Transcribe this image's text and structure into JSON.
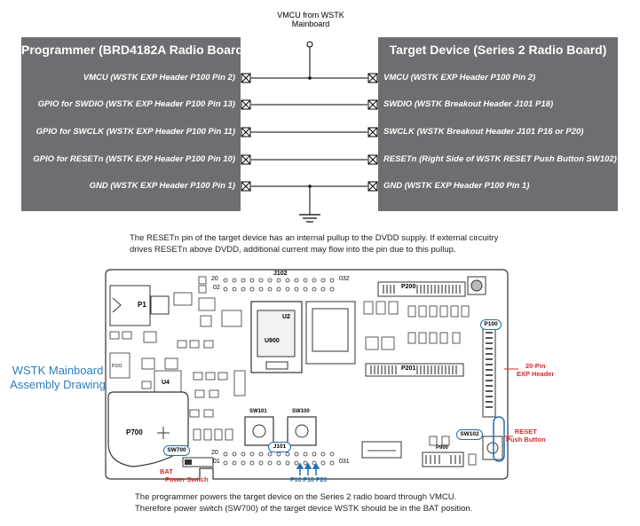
{
  "top_note": {
    "line1": "VMCU from WSTK",
    "line2": "Mainboard"
  },
  "programmer": {
    "title": "Programmer (BRD4182A Radio Board)",
    "pins": [
      "VMCU (WSTK EXP Header P100 Pin 2)",
      "GPIO for SWDIO (WSTK EXP Header P100 Pin 13)",
      "GPIO for SWCLK (WSTK EXP Header P100 Pin 11)",
      "GPIO for RESETn (WSTK EXP Header P100 Pin 10)",
      "GND (WSTK EXP Header P100 Pin 1)"
    ]
  },
  "target": {
    "title": "Target Device (Series 2 Radio Board)",
    "pins": [
      "VMCU (WSTK EXP Header P100 Pin 2)",
      "SWDIO (WSTK Breakout Header J101 P18)",
      "SWCLK (WSTK Breakout Header J101 P16 or P20)",
      "RESETn (Right Side of WSTK RESET Push Button SW102)",
      "GND (WSTK EXP Header P100 Pin 1)"
    ]
  },
  "caption_top": {
    "line1": "The RESETn pin of the target device has an internal pullup to the DVDD supply. If external circuitry",
    "line2": "drives RESETn above DVDD, additional current may flow into the pin due to this pullup."
  },
  "board": {
    "side_label_1": "WSTK Mainboard",
    "side_label_2": "Assembly Drawing",
    "labels": {
      "j102": "J102",
      "p1": "P1",
      "p200": "P200",
      "p201": "P201",
      "p100": "P100",
      "u900": "U900",
      "u2": "U2",
      "u4": "U4",
      "p700": "P700",
      "sw700": "SW700",
      "sw101": "SW101",
      "sw100": "SW100",
      "sw102": "SW102",
      "j101": "J101",
      "p900": "P900",
      "n20_top": "20",
      "n20_bot": "20",
      "n01": "01",
      "n02": "02",
      "o31": "031",
      "o32": "032",
      "p101": "P101"
    },
    "annotations": {
      "exp_header_1": "20-Pin",
      "exp_header_2": "EXP Header",
      "reset_1": "RESET",
      "reset_2": "Push Button",
      "bat": "BAT",
      "power_switch": "Power Switch",
      "pins": "P16 P18 P20"
    }
  },
  "caption_bottom": {
    "line1": "The programmer powers the target device on the Series 2 radio board through VMCU.",
    "line2": "Therefore power switch (SW700) of the target device WSTK should be in the BAT position."
  },
  "colors": {
    "panel": "#6d6e71",
    "accent_blue": "#1f6fb2",
    "annotation_red": "#d52a2a",
    "caption_blue": "#2f7dbd"
  }
}
